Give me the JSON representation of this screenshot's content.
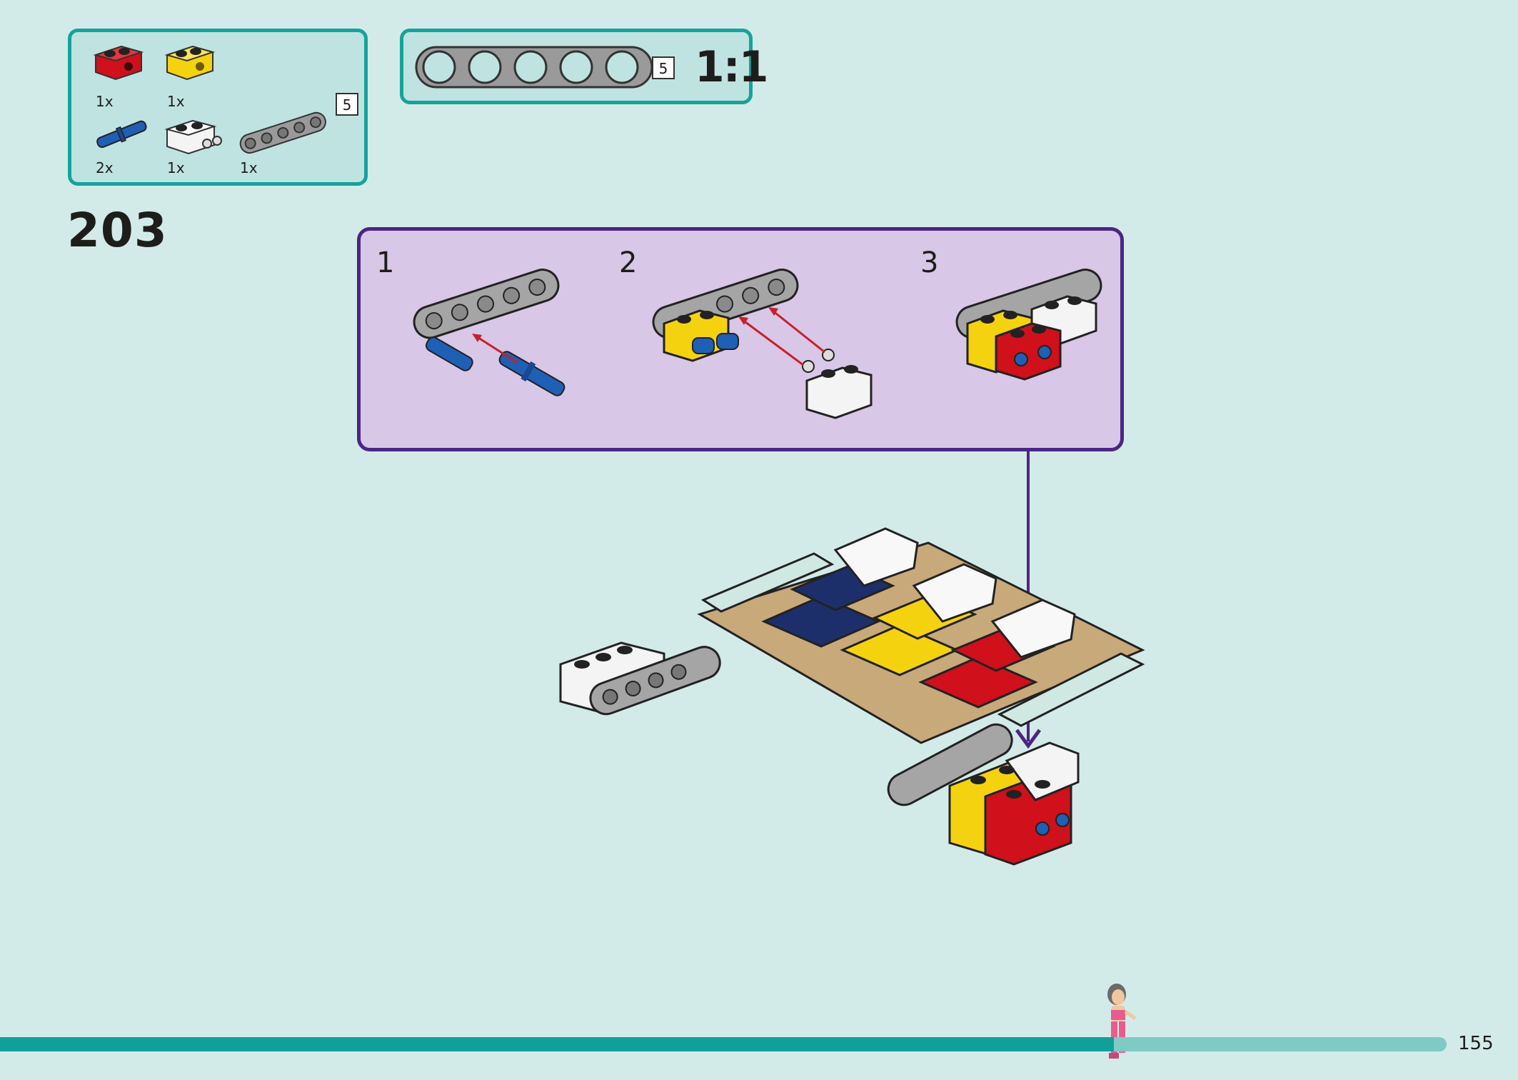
{
  "step_number": "203",
  "parts_list": {
    "items": [
      {
        "name": "red-1x2-technic-brick",
        "color": "#d0101a",
        "qty": "1x"
      },
      {
        "name": "yellow-1x2-technic-brick",
        "color": "#f5d20f",
        "qty": "1x"
      },
      {
        "name": "blue-technic-pin",
        "color": "#1f5fb5",
        "qty": "2x"
      },
      {
        "name": "white-brick-with-pins",
        "color": "#f4f4f4",
        "qty": "1x"
      },
      {
        "name": "gray-technic-beam-5",
        "color": "#9a9a9a",
        "qty": "1x",
        "length_label": "5"
      }
    ]
  },
  "scale_box": {
    "length_label": "5",
    "ratio": "1:1"
  },
  "sub_steps": [
    {
      "number": "1"
    },
    {
      "number": "2"
    },
    {
      "number": "3"
    }
  ],
  "footer": {
    "page_number": "155",
    "progress_fraction": 0.77
  },
  "colors": {
    "background": "#d3ebe8",
    "accent_teal": "#15a39b",
    "subassembly_border": "#4b2585",
    "subassembly_fill": "#d8c7e6",
    "arrow_red": "#c8202a"
  }
}
